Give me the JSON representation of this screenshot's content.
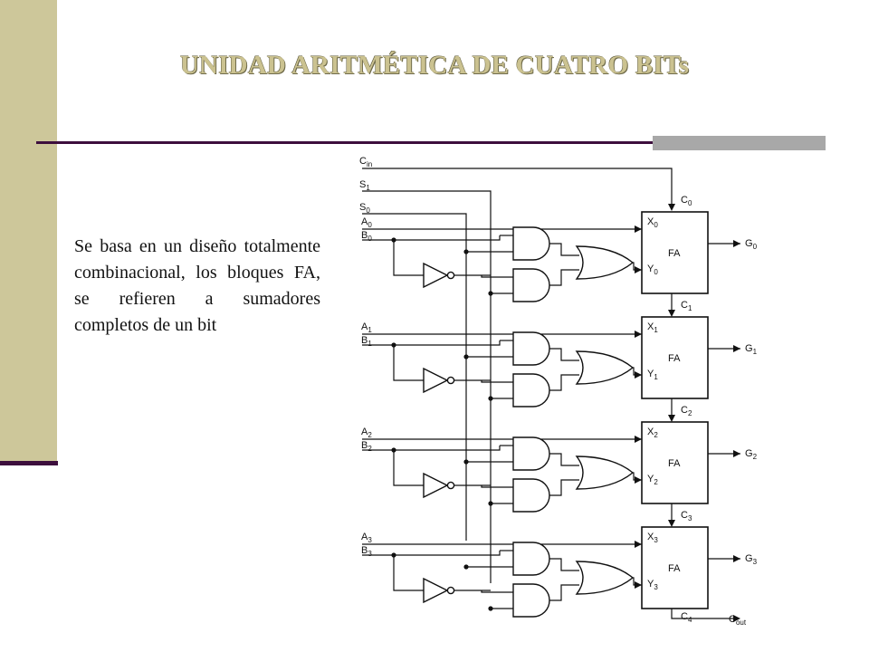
{
  "title": "UNIDAD ARITMÉTICA DE CUATRO BITs",
  "description": "Se basa en un diseño totalmente combinacional, los bloques FA, se refieren a sumadores completos de un bit",
  "diagram": {
    "cin": "C",
    "cin_sub": "in",
    "s1": "S",
    "s1_sub": "1",
    "s0": "S",
    "s0_sub": "0",
    "stages": [
      {
        "a": "A",
        "a_sub": "0",
        "b": "B",
        "b_sub": "0",
        "x": "X",
        "x_sub": "0",
        "y": "Y",
        "y_sub": "0",
        "fa": "FA",
        "g": "G",
        "g_sub": "0",
        "c": "C",
        "c_sub": "0"
      },
      {
        "a": "A",
        "a_sub": "1",
        "b": "B",
        "b_sub": "1",
        "x": "X",
        "x_sub": "1",
        "y": "Y",
        "y_sub": "1",
        "fa": "FA",
        "g": "G",
        "g_sub": "1",
        "c": "C",
        "c_sub": "1"
      },
      {
        "a": "A",
        "a_sub": "2",
        "b": "B",
        "b_sub": "2",
        "x": "X",
        "x_sub": "2",
        "y": "Y",
        "y_sub": "2",
        "fa": "FA",
        "g": "G",
        "g_sub": "2",
        "c": "C",
        "c_sub": "2"
      },
      {
        "a": "A",
        "a_sub": "3",
        "b": "B",
        "b_sub": "3",
        "x": "X",
        "x_sub": "3",
        "y": "Y",
        "y_sub": "3",
        "fa": "FA",
        "g": "G",
        "g_sub": "3",
        "c": "C",
        "c_sub": "3"
      }
    ],
    "c4": "C",
    "c4_sub": "4",
    "cout": "C",
    "cout_sub": "out"
  }
}
